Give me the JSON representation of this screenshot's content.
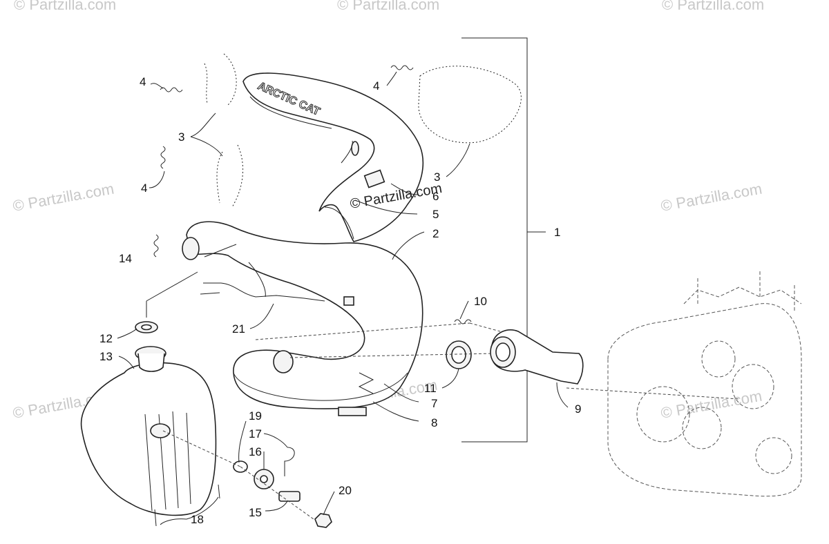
{
  "watermark": {
    "text": "© Partzilla.com",
    "center_text": "© Partzilla.com"
  },
  "brand_text": "ARCTIC CAT",
  "callouts": {
    "c1": "1",
    "c2": "2",
    "c3a": "3",
    "c3b": "3",
    "c4a": "4",
    "c4b": "4",
    "c4c": "4",
    "c5": "5",
    "c6": "6",
    "c7": "7",
    "c8": "8",
    "c9": "9",
    "c10": "10",
    "c11": "11",
    "c12": "12",
    "c13": "13",
    "c14": "14",
    "c15": "15",
    "c16": "16",
    "c17": "17",
    "c18": "18",
    "c19": "19",
    "c20": "20",
    "c21": "21"
  }
}
